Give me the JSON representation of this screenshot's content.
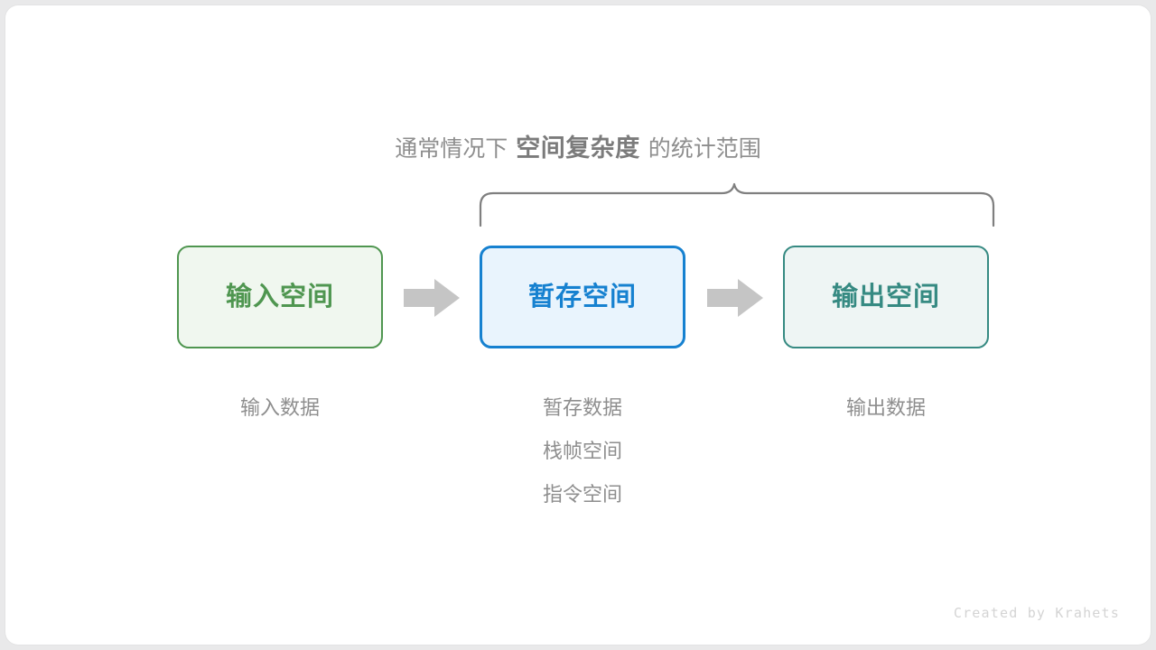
{
  "diagram": {
    "brace_caption": {
      "prefix": "通常情况下",
      "emphasis": "空间复杂度",
      "suffix": "的统计范围"
    },
    "brace": {
      "icon": "curly-brace-icon",
      "color": "#7f7f7f"
    },
    "arrows": [
      {
        "icon": "right-arrow-icon",
        "color": "#c5c5c5"
      },
      {
        "icon": "right-arrow-icon",
        "color": "#c5c5c5"
      }
    ],
    "boxes": [
      {
        "label": "输入空间",
        "border_color": "#4f9650",
        "fill_color": "#f0f7ef",
        "text_color": "#4f9650"
      },
      {
        "label": "暂存空间",
        "border_color": "#1681d0",
        "fill_color": "#e9f4fd",
        "text_color": "#1681d0"
      },
      {
        "label": "输出空间",
        "border_color": "#368a82",
        "fill_color": "#eef5f4",
        "text_color": "#368a82"
      }
    ],
    "captions": [
      {
        "lines": [
          "输入数据"
        ]
      },
      {
        "lines": [
          "暂存数据",
          "栈帧空间",
          "指令空间"
        ]
      },
      {
        "lines": [
          "输出数据"
        ]
      }
    ],
    "caption_color": "#8e8e8e"
  },
  "footer": {
    "credit": "Created by Krahets"
  }
}
